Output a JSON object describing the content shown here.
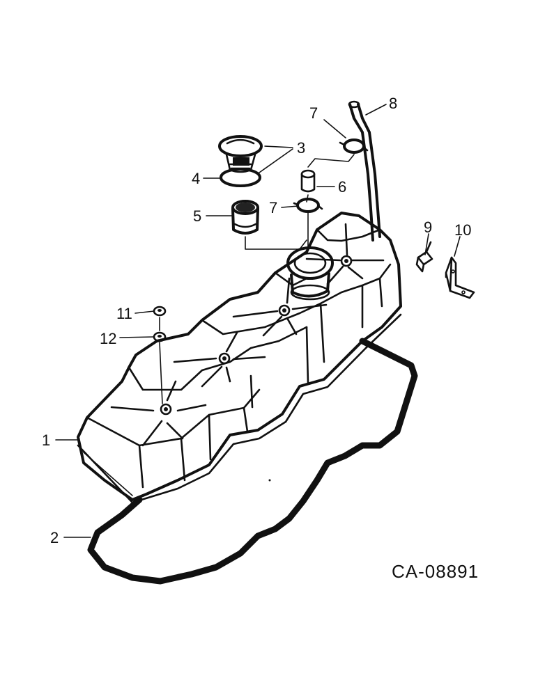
{
  "figure_id": "CA-08891",
  "callouts": [
    {
      "id": "1",
      "label": "1"
    },
    {
      "id": "2",
      "label": "2"
    },
    {
      "id": "3",
      "label": "3"
    },
    {
      "id": "4",
      "label": "4"
    },
    {
      "id": "5",
      "label": "5"
    },
    {
      "id": "6",
      "label": "6"
    },
    {
      "id": "7a",
      "label": "7"
    },
    {
      "id": "7b",
      "label": "7"
    },
    {
      "id": "8",
      "label": "8"
    },
    {
      "id": "9",
      "label": "9"
    },
    {
      "id": "10",
      "label": "10"
    },
    {
      "id": "11",
      "label": "11"
    },
    {
      "id": "12",
      "label": "12"
    }
  ]
}
